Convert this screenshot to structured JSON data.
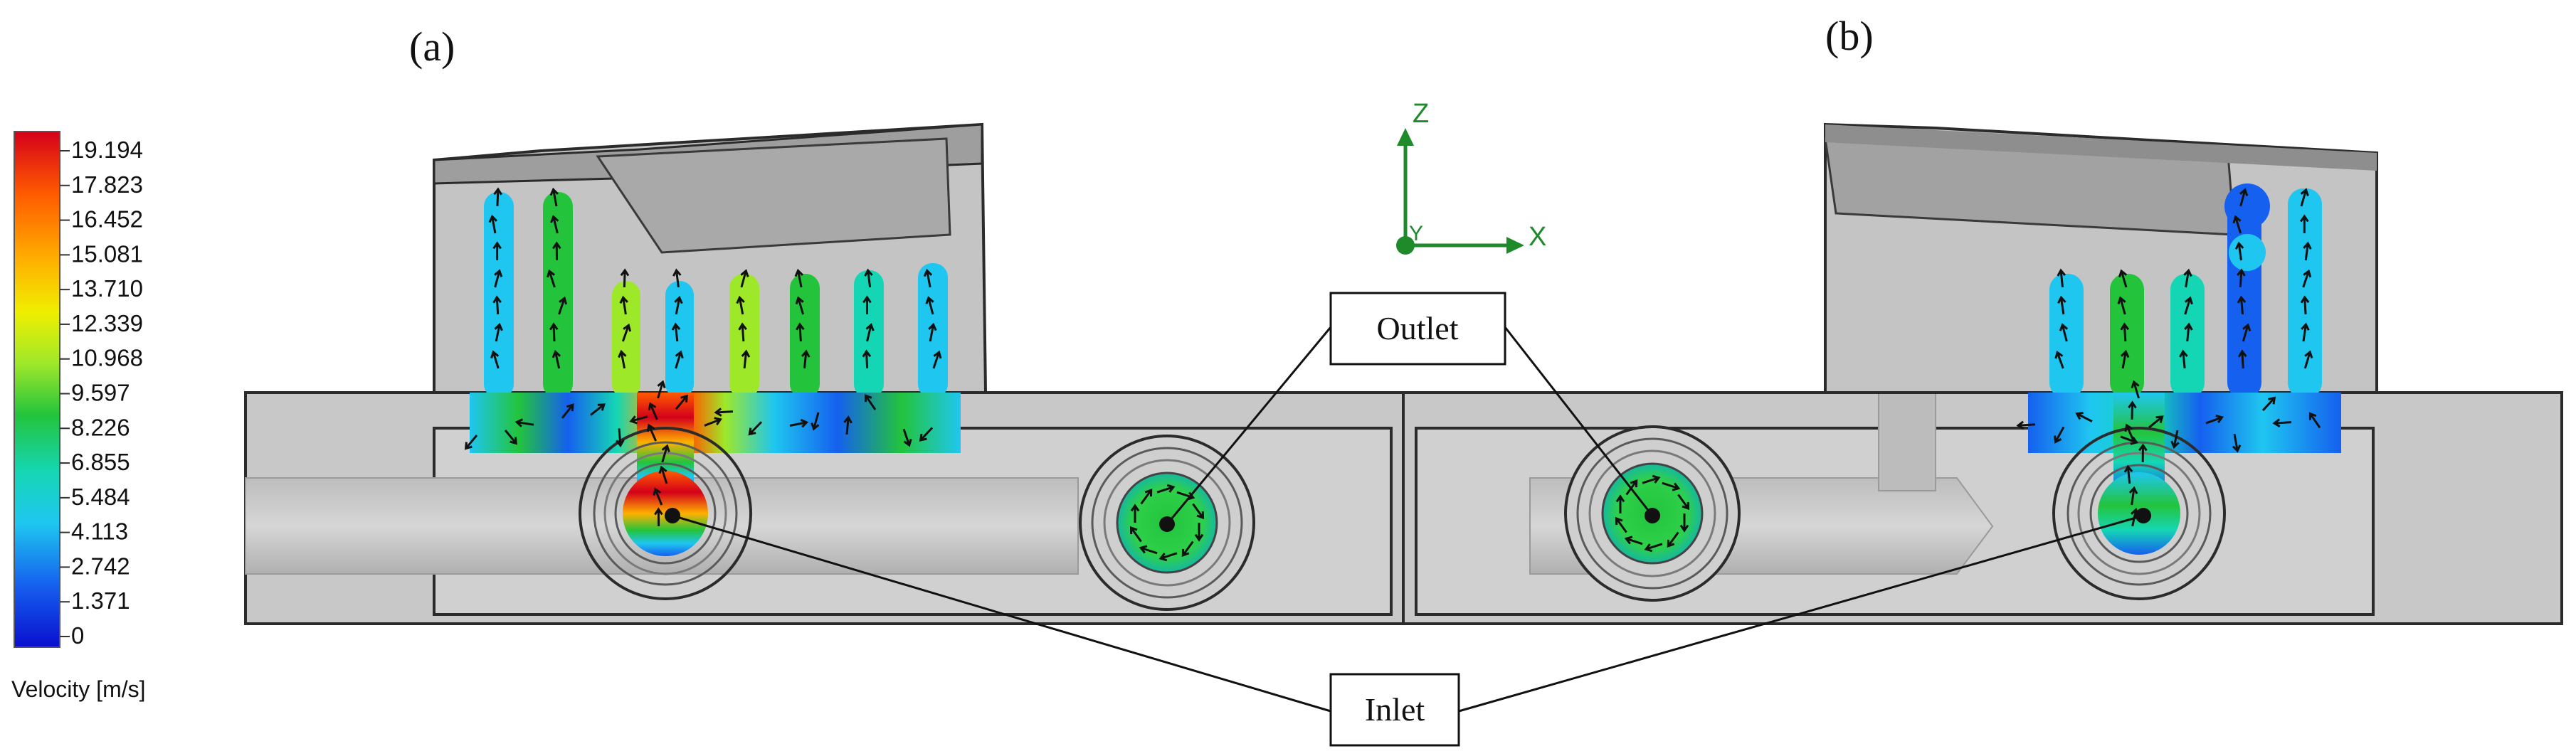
{
  "figure": {
    "panel_a_label": "(a)",
    "panel_b_label": "(b)",
    "callouts": {
      "outlet": "Outlet",
      "inlet": "Inlet"
    },
    "axes_triad": {
      "z": "Z",
      "x": "X",
      "y": "Y"
    }
  },
  "legend": {
    "title": "Velocity [m/s]",
    "ticks": [
      "19.194",
      "17.823",
      "16.452",
      "15.081",
      "13.710",
      "12.339",
      "10.968",
      "9.597",
      "8.226",
      "6.855",
      "5.484",
      "4.113",
      "2.742",
      "1.371",
      "0"
    ],
    "colormap": [
      "#d4001a",
      "#ff7a00",
      "#ffd200",
      "#9ee82a",
      "#23c43c",
      "#15d6b4",
      "#1fc6f0",
      "#1560ee",
      "#0a0fcf"
    ]
  },
  "colors": {
    "body_gray": "#cdcdcd",
    "body_dark_gray": "#b5b5b5",
    "outline": "#2b2b2b",
    "vector": "#111111"
  }
}
